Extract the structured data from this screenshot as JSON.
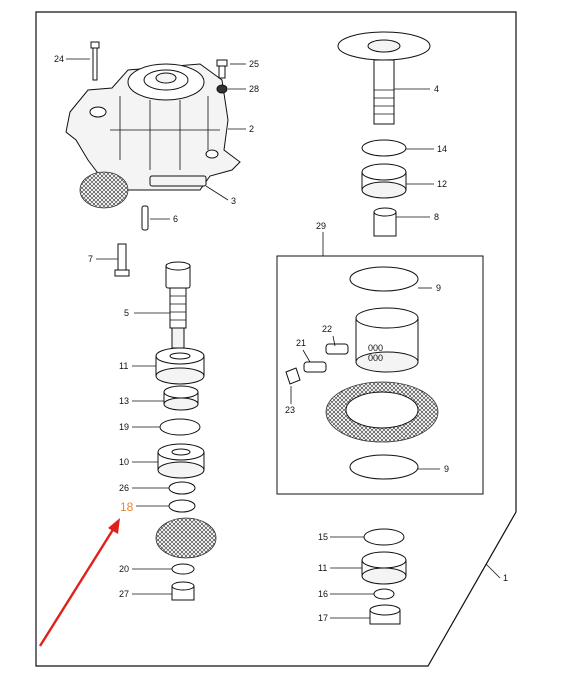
{
  "diagram": {
    "callouts": {
      "c1": "1",
      "c2": "2",
      "c3": "3",
      "c4": "4",
      "c5": "5",
      "c6": "6",
      "c7": "7",
      "c8": "8",
      "c9a": "9",
      "c9b": "9",
      "c10": "10",
      "c11a": "11",
      "c11b": "11",
      "c12": "12",
      "c13": "13",
      "c14": "14",
      "c15": "15",
      "c16": "16",
      "c17": "17",
      "c18": "18",
      "c19": "19",
      "c20": "20",
      "c21": "21",
      "c22": "22",
      "c23": "23",
      "c24": "24",
      "c25": "25",
      "c26": "26",
      "c27": "27",
      "c28": "28",
      "c29": "29"
    },
    "inline_marks": {
      "m1": "000",
      "m2": "000"
    },
    "highlight_color": "#f0862b",
    "arrow_color": "#e0201b"
  }
}
